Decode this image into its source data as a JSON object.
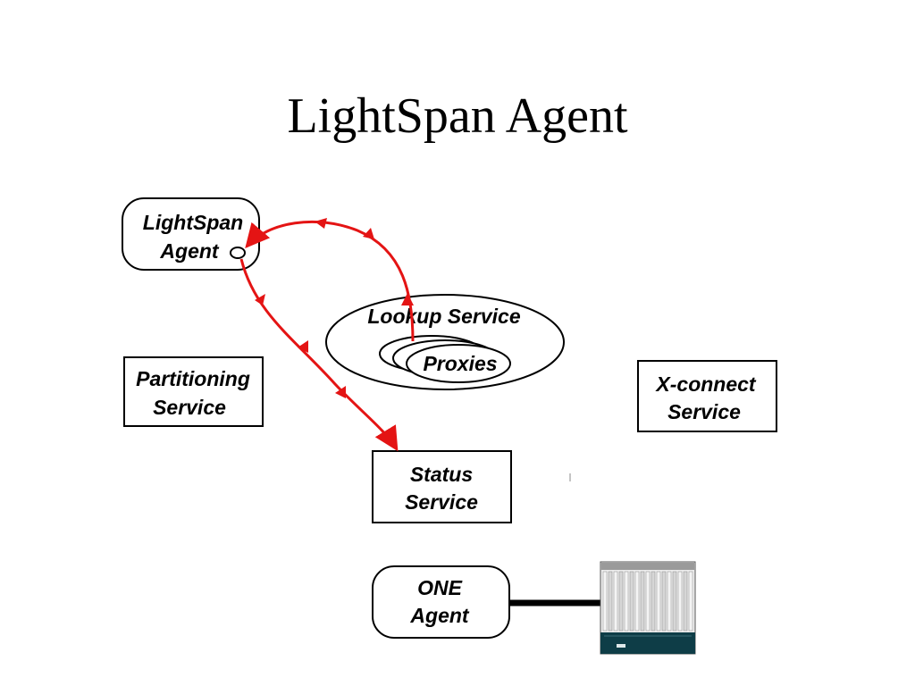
{
  "title": "LightSpan Agent",
  "colors": {
    "arrow": "#e41414",
    "box_stroke": "#000000",
    "rack_body": "#0e3d47",
    "rack_bezel": "#c8c8c8"
  },
  "nodes": {
    "lightspan_agent": [
      "LightSpan",
      "Agent"
    ],
    "lookup_service": "Lookup Service",
    "proxies": "Proxies",
    "partitioning_service": [
      "Partitioning",
      "Service"
    ],
    "xconnect_service": [
      "X-connect",
      "Service"
    ],
    "status_service": [
      "Status",
      "Service"
    ],
    "one_agent": [
      "ONE",
      "Agent"
    ]
  },
  "icons": {
    "port": "connection-port-icon",
    "equipment": "network-equipment-rack-icon"
  }
}
